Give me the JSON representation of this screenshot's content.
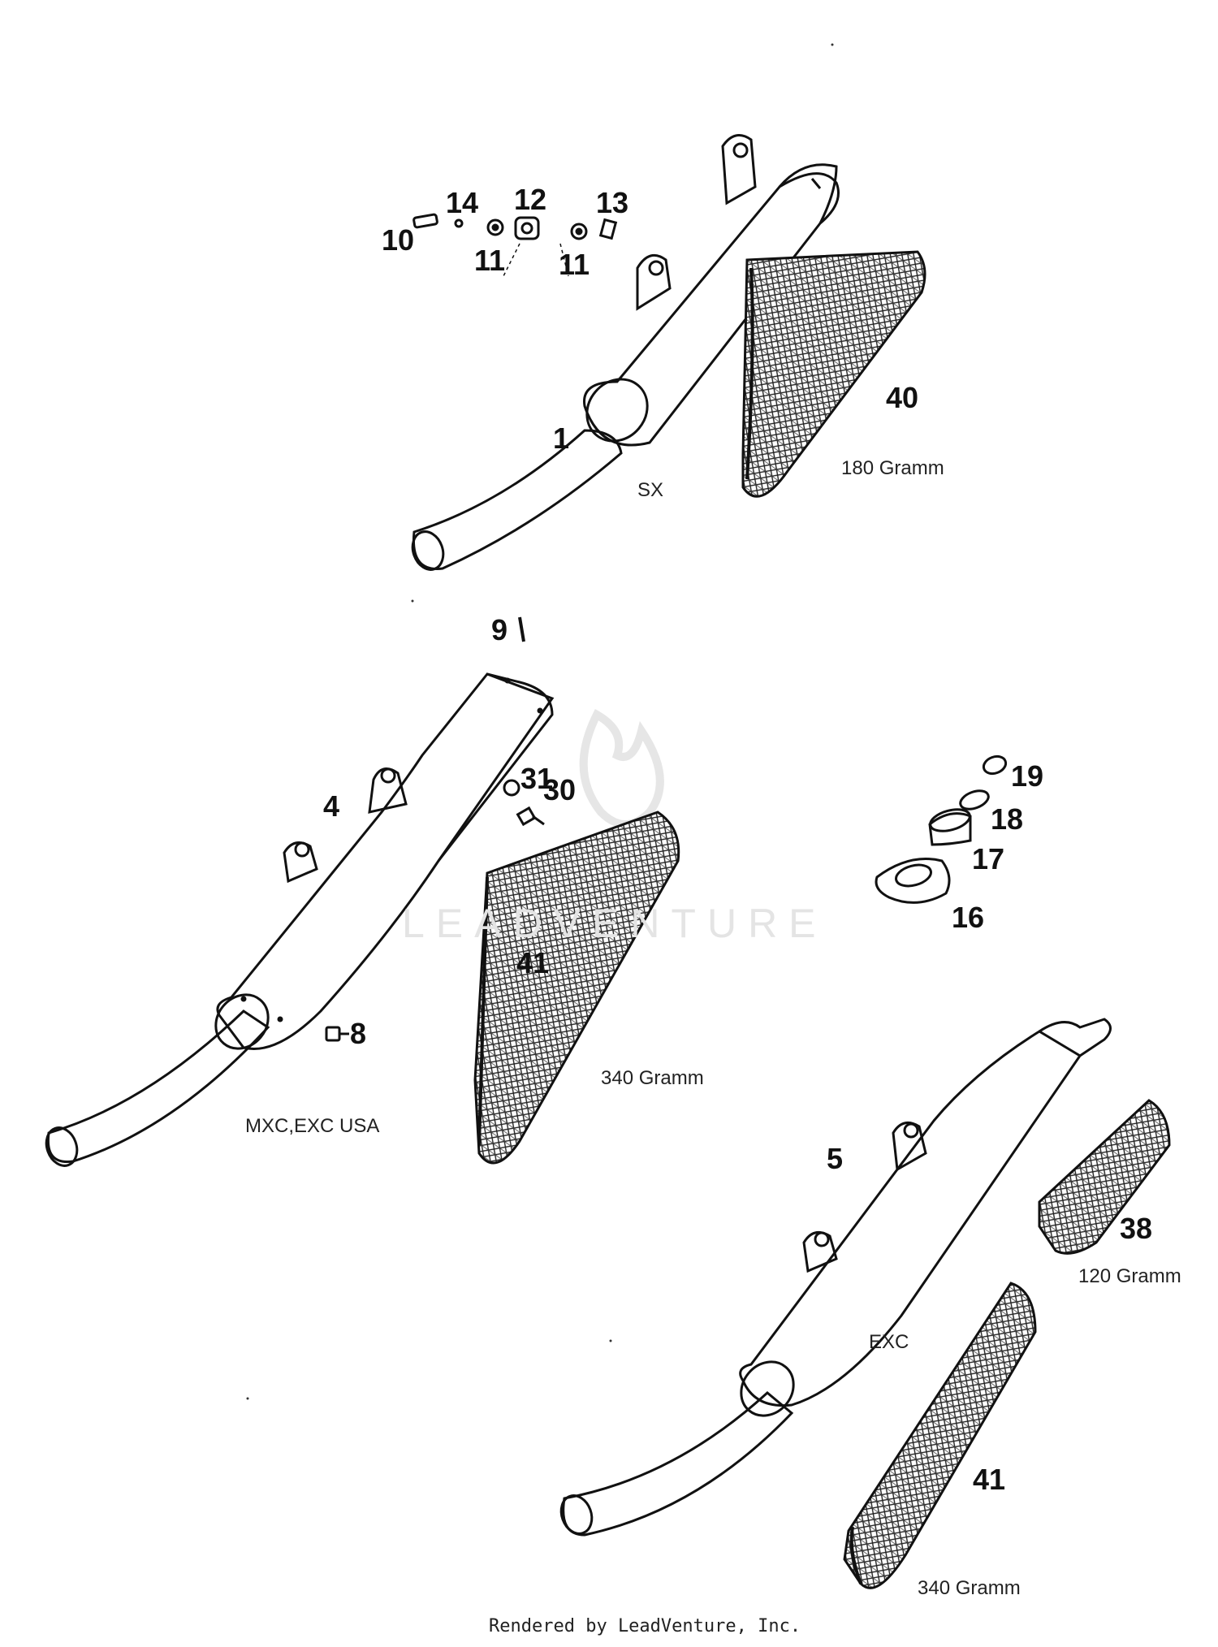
{
  "diagram": {
    "callouts": [
      "10",
      "14",
      "12",
      "13",
      "11",
      "11",
      "1",
      "40",
      "9",
      "31",
      "30",
      "4",
      "8",
      "41",
      "19",
      "18",
      "17",
      "16",
      "5",
      "38",
      "41"
    ],
    "notes": {
      "sx": "SX",
      "gramm_180": "180 Gramm",
      "mxc_exc_usa": "MXC,EXC USA",
      "gramm_340_a": "340 Gramm",
      "exc": "EXC",
      "gramm_120": "120 Gramm",
      "gramm_340_b": "340 Gramm"
    },
    "watermark": "LEADVENTURE",
    "footer": "Rendered by LeadVenture, Inc."
  },
  "colors": {
    "ink": "#111111",
    "watermark": "#e4e4e4"
  }
}
